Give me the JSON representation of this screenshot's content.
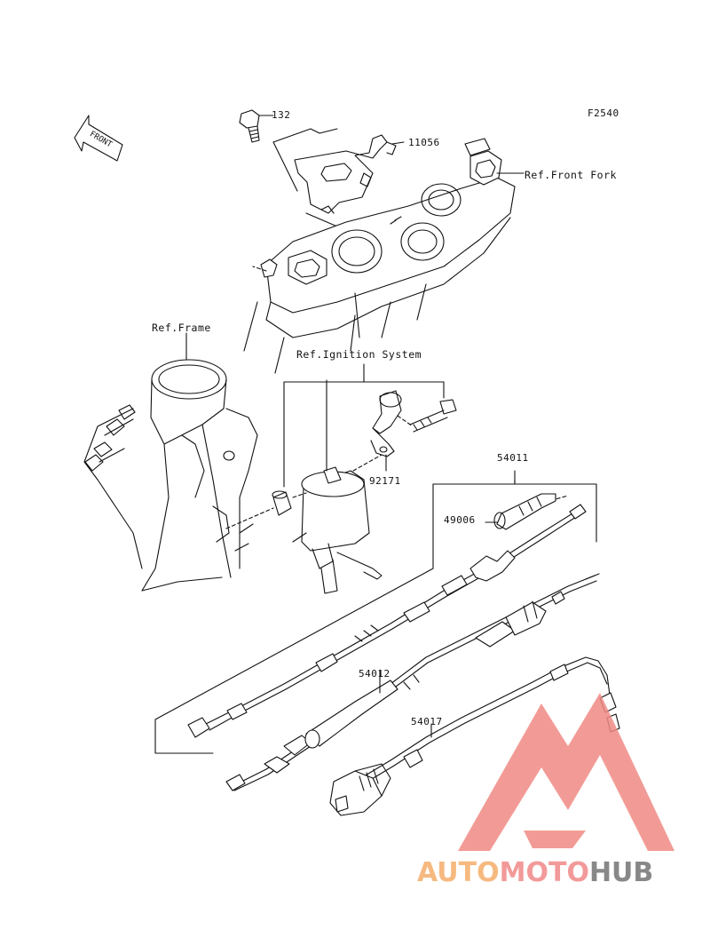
{
  "diagram": {
    "code": "F2540",
    "front_arrow_text": "FRONT",
    "parts": {
      "p132": "132",
      "p11056": "11056",
      "p92171": "92171",
      "p54011": "54011",
      "p49006": "49006",
      "p54012": "54012",
      "p54017": "54017"
    },
    "refs": {
      "front_fork": "Ref.Front Fork",
      "frame": "Ref.Frame",
      "ignition": "Ref.Ignition System"
    }
  },
  "watermark": {
    "part1": "AUTO",
    "part2": "MOTO",
    "part3": "HUB",
    "colors": {
      "auto": "#f6b980",
      "moto": "#f29a9a",
      "hub": "#888888",
      "logo": "#f08a84"
    }
  }
}
